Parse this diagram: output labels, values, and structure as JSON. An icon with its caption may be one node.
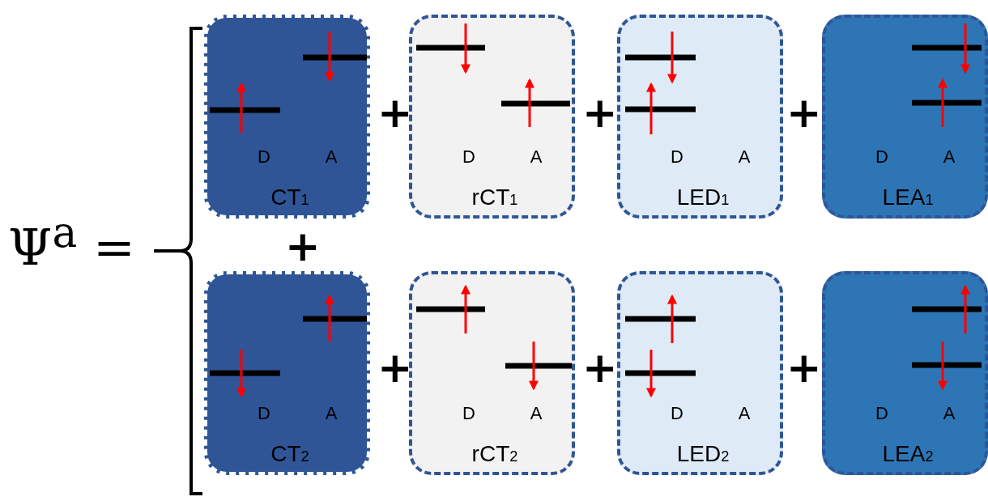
{
  "diagram": {
    "nodes": [
      {
        "text": [
          "D",
          "A",
          "CT$_{1}$"
        ]
      },
      {
        "text": [
          "D",
          "A",
          "rCT$_{1}$"
        ]
      },
      {
        "text": [
          "D",
          "A",
          "LED$_{1}$"
        ]
      },
      {
        "text": [
          "D",
          "A",
          "LEA$_{1}$"
        ]
      },
      {
        "text": [
          "D",
          "A",
          "CT$_{2}$"
        ]
      },
      {
        "text": [
          "D",
          "A",
          "rCT$_{2}$"
        ]
      },
      {
        "text": [
          "D",
          "A",
          "LED$_{2}$"
        ]
      },
      {
        "text": [
          "D",
          "A",
          "LEA$_{2}$"
        ]
      }
    ],
    "edges": [],
    "labels": [
      "Ψ$^{a}$ =",
      "+",
      "+",
      "+",
      "+",
      "+",
      "+",
      "+"
    ]
  }
}
